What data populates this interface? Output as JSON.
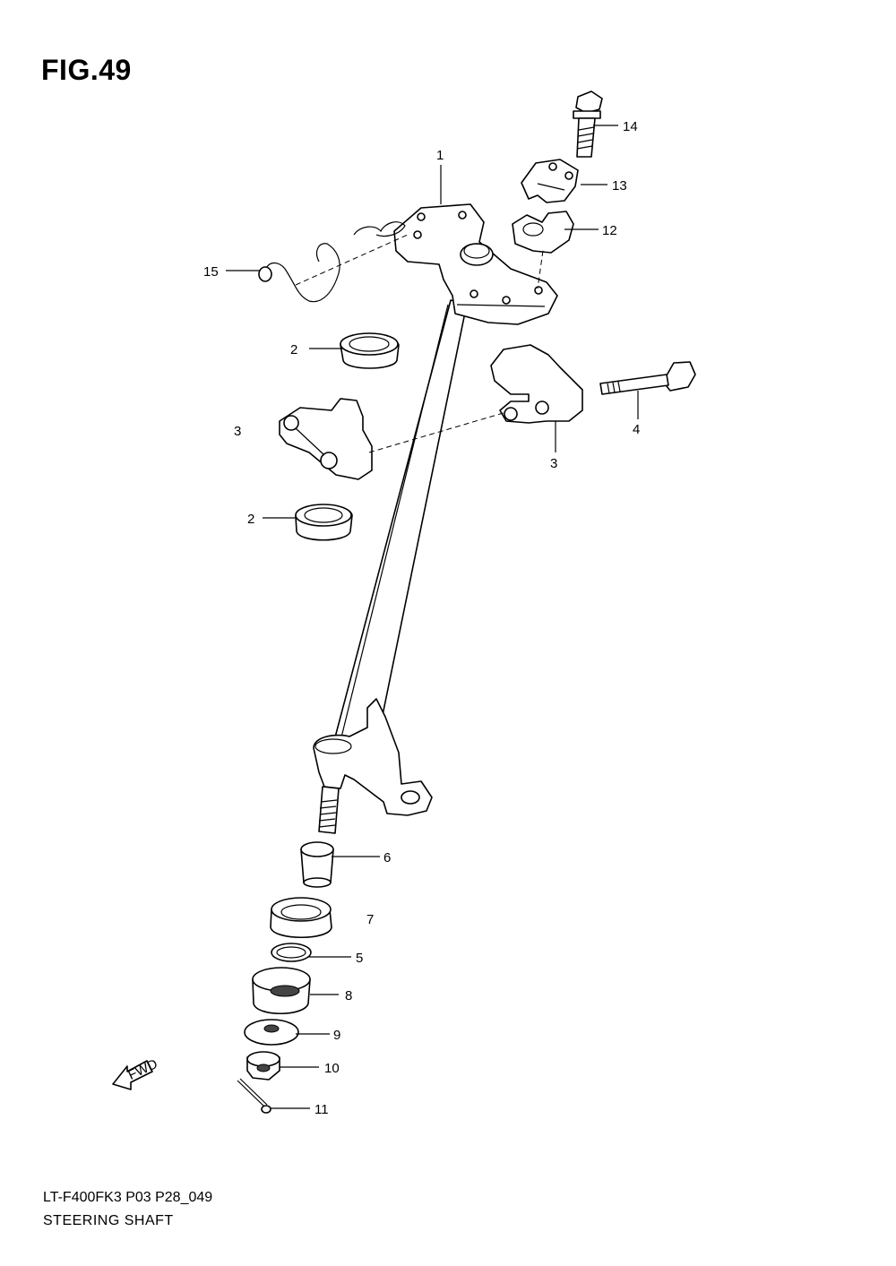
{
  "figure": {
    "title": "FIG.49"
  },
  "footer": {
    "code": "LT-F400FK3 P03 P28_049",
    "name": "STEERING SHAFT"
  },
  "callouts": {
    "c1": "1",
    "c2a": "2",
    "c2b": "2",
    "c3a": "3",
    "c3b": "3",
    "c4": "4",
    "c5": "5",
    "c6": "6",
    "c7": "7",
    "c8": "8",
    "c9": "9",
    "c10": "10",
    "c11": "11",
    "c12": "12",
    "c13": "13",
    "c14": "14",
    "c15": "15"
  },
  "direction_arrow": {
    "label": "FWD"
  }
}
